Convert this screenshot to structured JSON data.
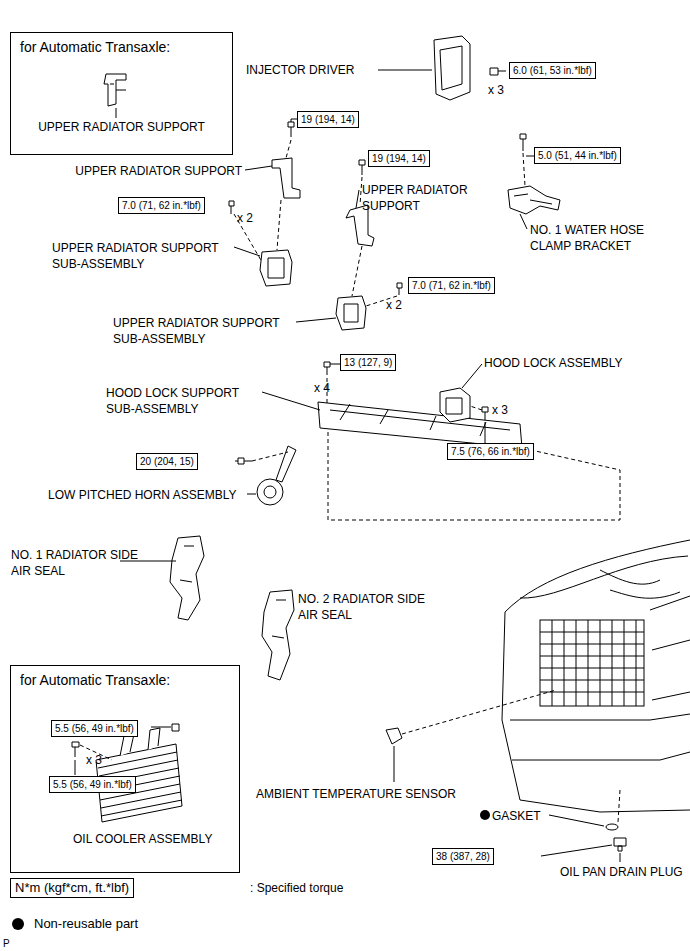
{
  "diagram": {
    "nodes": [
      {
        "text": [
          "for Automatic Transaxle:",
          "UPPER RADIATOR SUPPORT"
        ]
      },
      {
        "text": [
          "6.0 (61, 53 in.*lbf)"
        ]
      },
      {
        "text": [
          "19 (194, 14)"
        ]
      },
      {
        "text": [
          "19 (194, 14)"
        ]
      },
      {
        "text": [
          "5.0 (51, 44 in.*lbf)"
        ]
      },
      {
        "text": [
          "7.0 (71, 62 in.*lbf)"
        ]
      },
      {
        "text": [
          "7.0 (71, 62 in.*lbf)"
        ]
      },
      {
        "text": [
          "13 (127, 9)"
        ]
      },
      {
        "text": [
          "7.5 (76, 66 in.*lbf)"
        ]
      },
      {
        "text": [
          "20 (204, 15)"
        ]
      },
      {
        "text": [
          "for Automatic Transaxle:",
          "OIL COOLER ASSEMBLY"
        ]
      },
      {
        "text": [
          "5.5 (56, 49 in.*lbf)"
        ],
        "in": 10
      },
      {
        "text": [
          "5.5 (56, 49 in.*lbf)"
        ],
        "in": 10
      },
      {
        "text": [
          "38 (387, 28)"
        ]
      },
      {
        "text": [
          "N*m (kgf*cm, ft.*lbf)"
        ]
      }
    ],
    "labels": [
      "INJECTOR DRIVER",
      "x 3",
      "UPPER RADIATOR SUPPORT",
      "UPPER RADIATOR SUPPORT",
      "NO. 1 WATER HOSE CLAMP BRACKET",
      "x 2",
      "UPPER RADIATOR SUPPORT SUB-ASSEMBLY",
      "x 2",
      "UPPER RADIATOR SUPPORT SUB-ASSEMBLY",
      "x 4",
      "HOOD LOCK ASSEMBLY",
      "HOOD LOCK SUPPORT SUB-ASSEMBLY",
      "x 3",
      "LOW PITCHED HORN ASSEMBLY",
      "NO. 1 RADIATOR SIDE AIR SEAL",
      "NO. 2 RADIATOR SIDE AIR SEAL",
      "x 3",
      "AMBIENT TEMPERATURE SENSOR",
      "GASKET",
      "OIL PAN DRAIN PLUG",
      ": Specified torque",
      "P"
    ],
    "legend": [
      {
        "text": "Non-reusable part",
        "color": "#000000"
      }
    ]
  }
}
